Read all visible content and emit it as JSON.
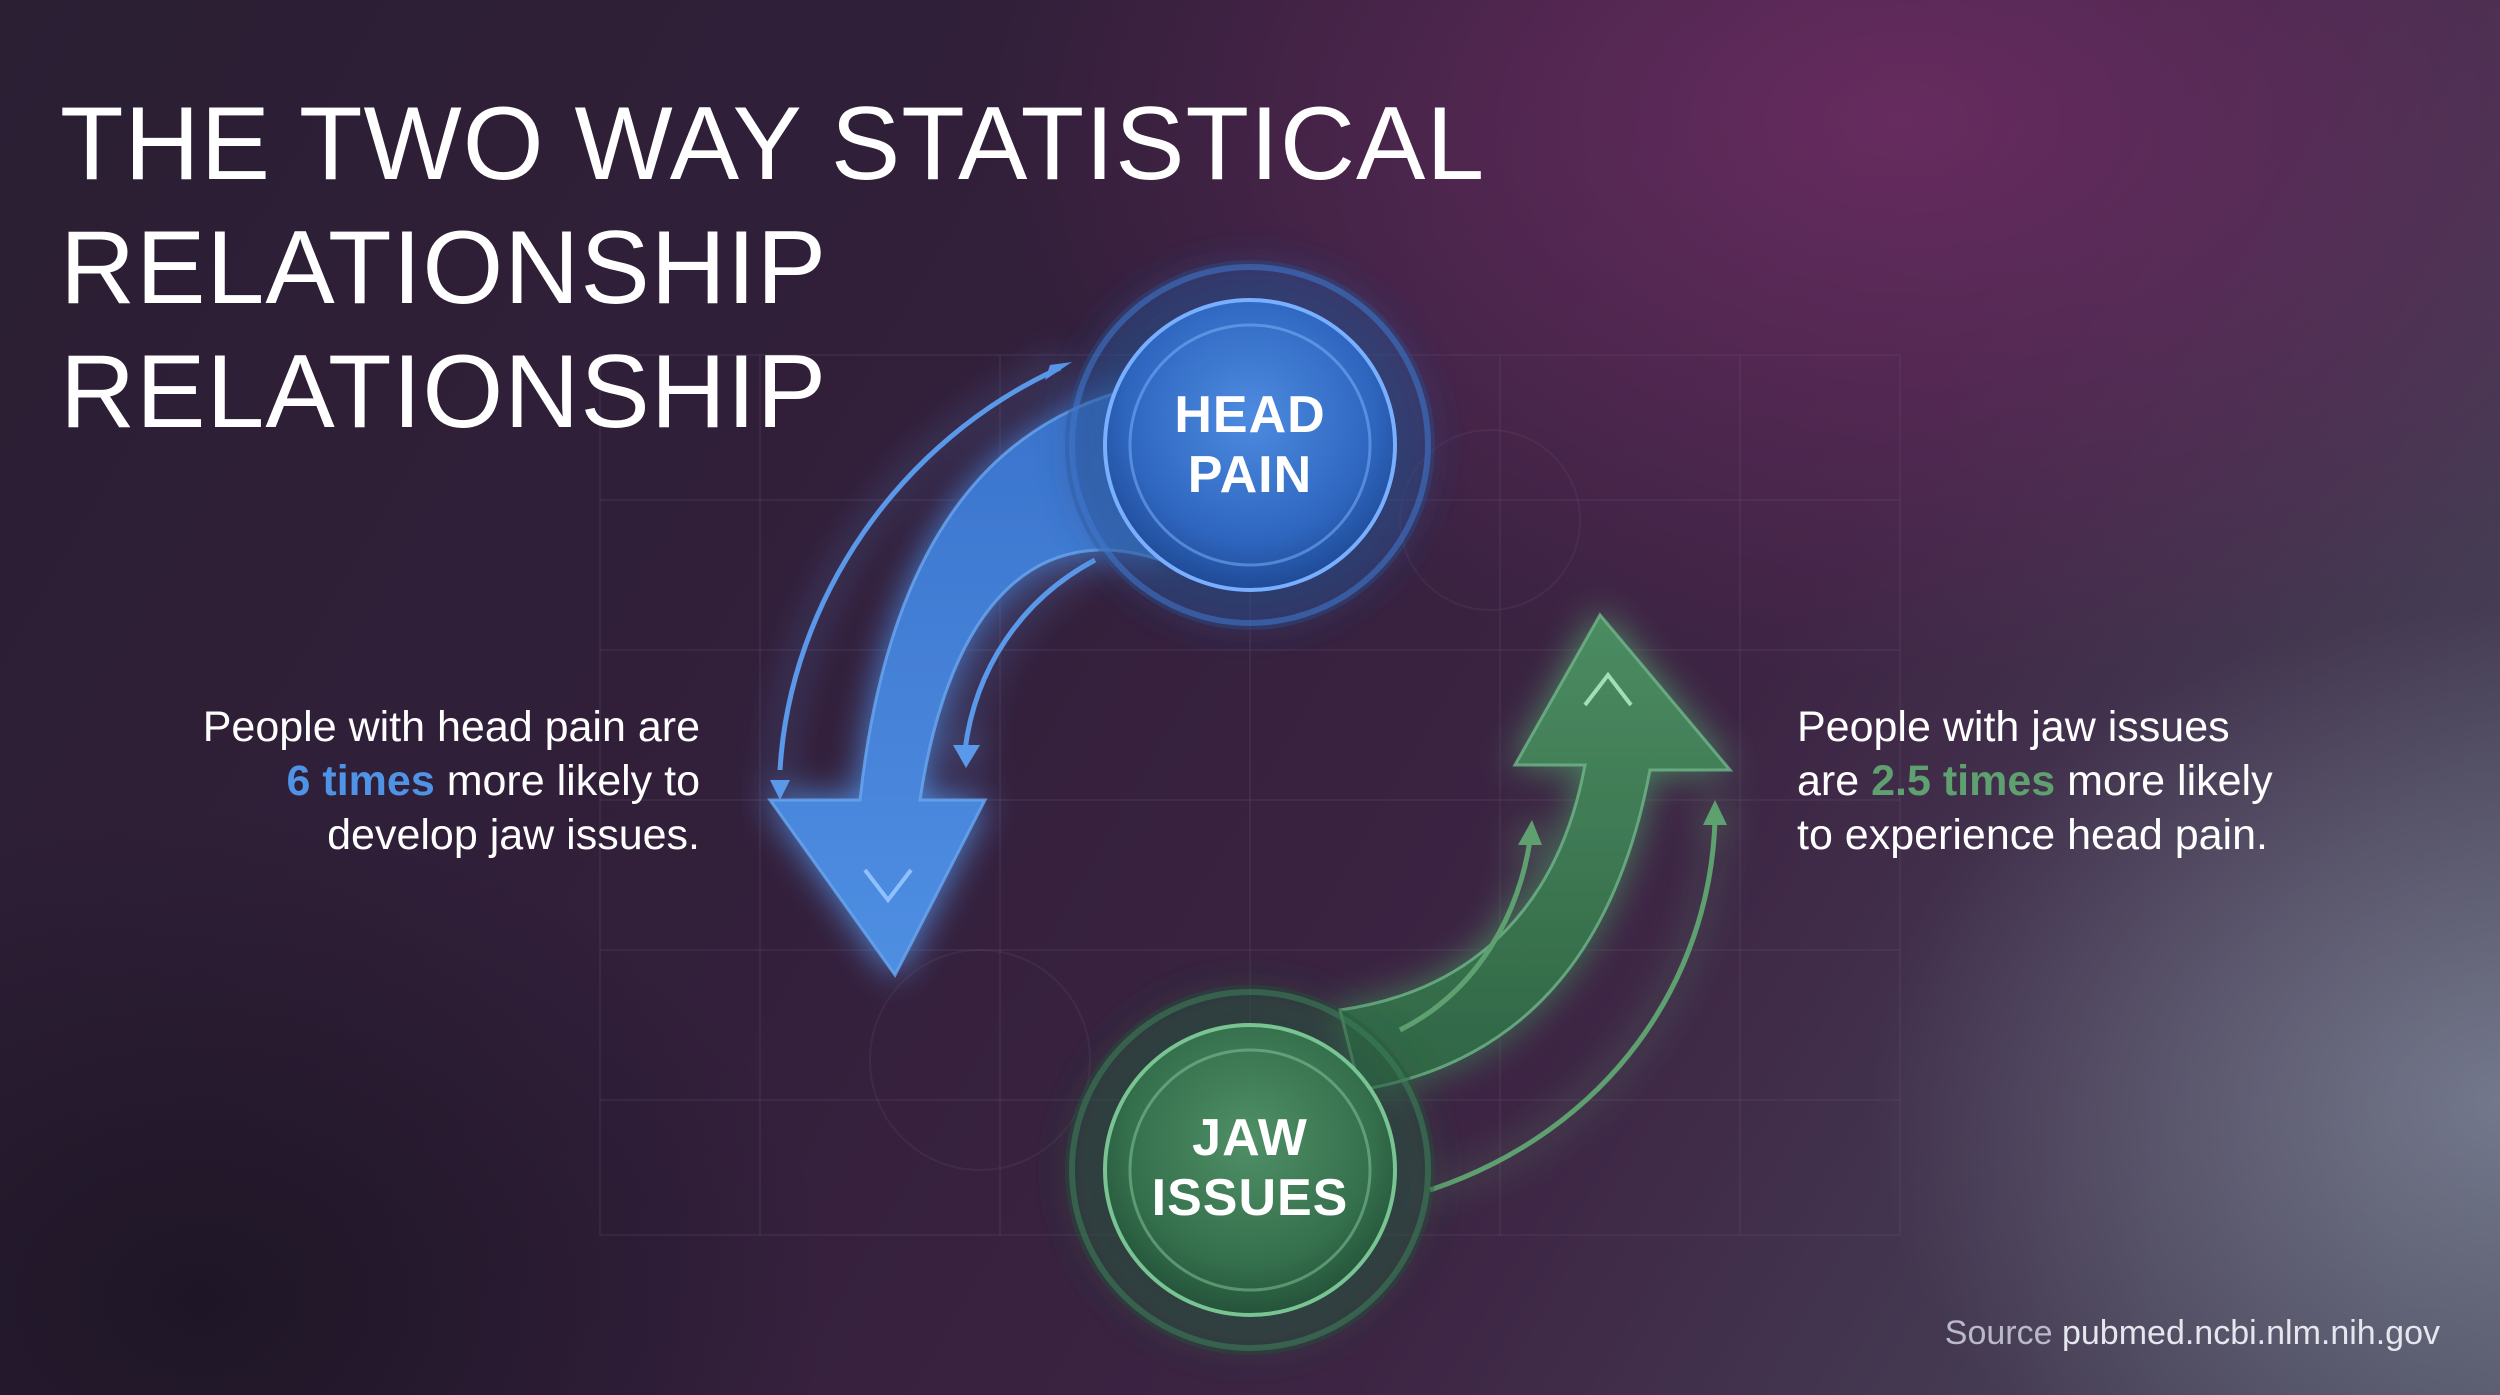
{
  "title": {
    "line1": "THE TWO WAY STATISTICAL RELATIONSHIP",
    "line2": "RELATIONSHIP"
  },
  "nodes": {
    "head": {
      "line1": "HEAD",
      "line2": "PAIN"
    },
    "jaw": {
      "line1": "JAW",
      "line2": "ISSUES"
    }
  },
  "stats": {
    "left": {
      "line1": "People with head pain are",
      "highlight": "6 times",
      "line2_rest": " more likely to",
      "line3": "develop jaw issues."
    },
    "right": {
      "line1": "People with jaw issues",
      "line2_pre": "are ",
      "highlight": "2.5 times",
      "line2_rest": " more likely",
      "line3": "to experience head pain."
    }
  },
  "source": {
    "label": "Source",
    "value": "pubmed.ncbi.nlm.nih.gov"
  },
  "colors": {
    "blue_accent": "#4f93e6",
    "green_accent": "#5fa070",
    "head_node": "#3e78d2",
    "jaw_node": "#3f7f5a"
  }
}
